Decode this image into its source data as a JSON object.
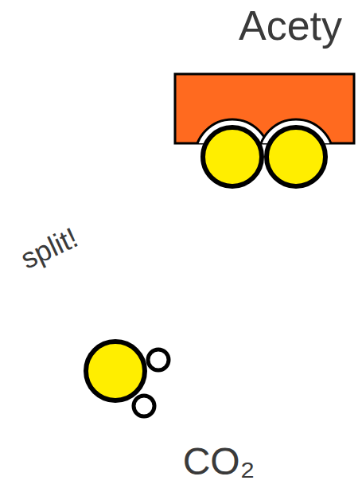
{
  "diagram": {
    "labels": [
      "Acety",
      "split!",
      "CO₂"
    ]
  }
}
